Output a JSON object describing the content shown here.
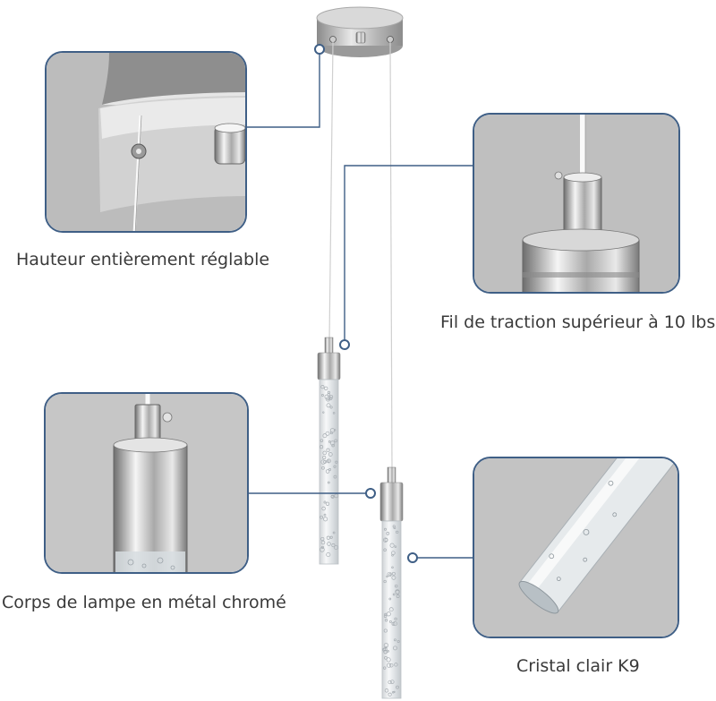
{
  "features": [
    {
      "id": "adjustable-height",
      "caption": "Hauteur entièrement réglable"
    },
    {
      "id": "top-pull-wire",
      "caption": "Fil de traction supérieur à 10 lbs"
    },
    {
      "id": "chrome-lamp-body",
      "caption": "Corps de lampe en métal chromé"
    },
    {
      "id": "k9-crystal",
      "caption": "Cristal clair K9"
    }
  ],
  "colors": {
    "panel_border": "#3f5f86",
    "callout_line": "#3f5f86",
    "panel_background": "#bdbdbd",
    "chrome_light": "#f2f2f2",
    "chrome_dark": "#7a7a7a",
    "caption_text": "#3a3a3a"
  }
}
